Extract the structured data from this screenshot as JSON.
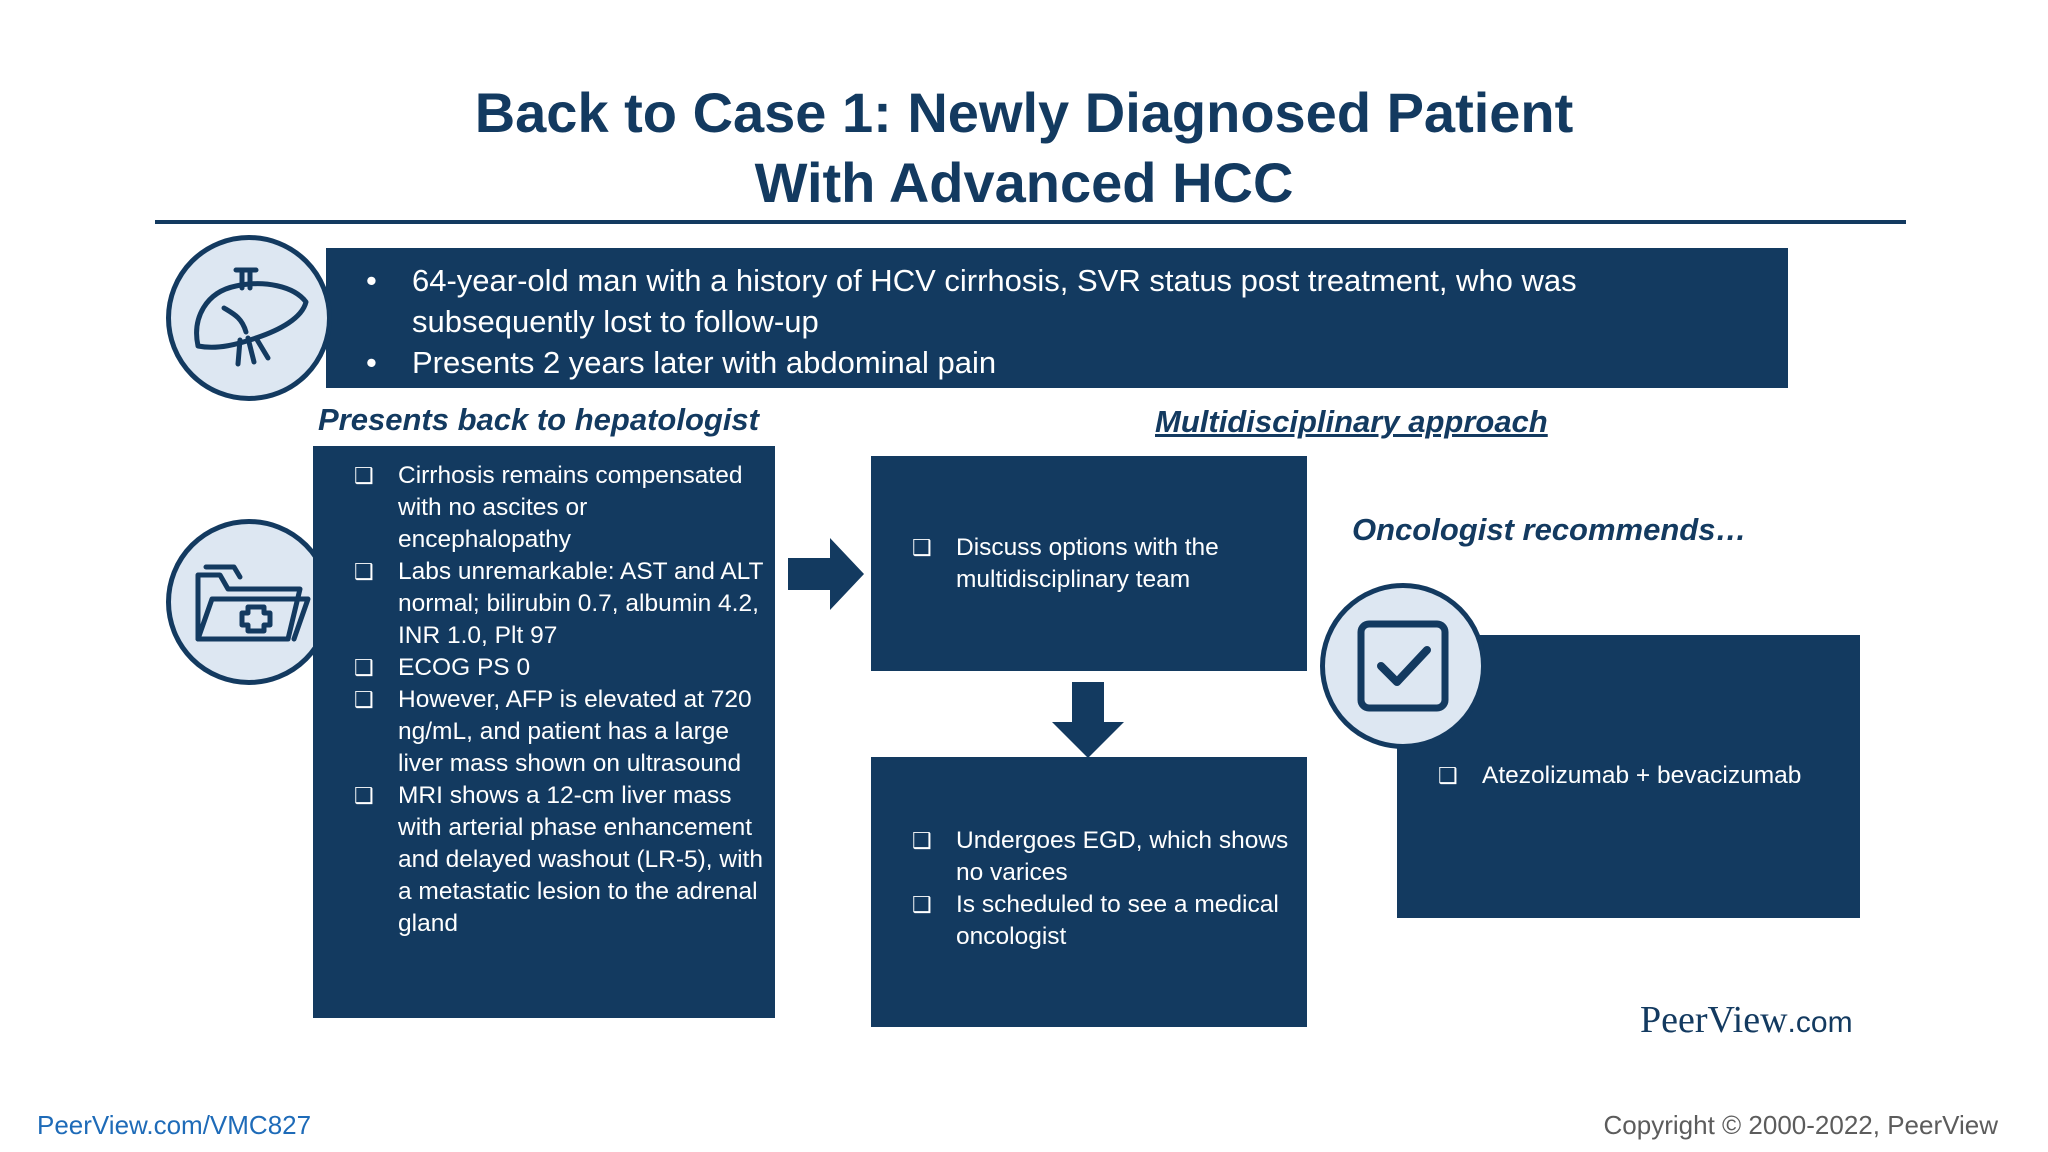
{
  "slide": {
    "title_line1": "Back to Case 1: Newly Diagnosed Patient",
    "title_line2": "With Advanced HCC"
  },
  "summary": {
    "bullet_symbol": "•",
    "items": [
      "64-year-old man with a history of HCV cirrhosis, SVR status post treatment, who was subsequently lost to follow-up",
      "Presents 2 years later with abdominal pain"
    ]
  },
  "hepatologist": {
    "heading": "Presents back to hepatologist",
    "items": [
      "Cirrhosis remains compensated with no ascites or encephalopathy",
      "Labs unremarkable: AST and ALT normal; bilirubin 0.7, albumin 4.2, INR 1.0, Plt 97",
      "ECOG PS 0",
      "However, AFP is elevated at 720 ng/mL, and patient has a large liver mass shown on ultrasound",
      "MRI shows a 12-cm liver mass with arterial phase enhancement and delayed washout (LR-5), with a metastatic lesion to the adrenal gland"
    ]
  },
  "multidisciplinary": {
    "heading": "Multidisciplinary approach",
    "step1_items": [
      "Discuss options with the multidisciplinary team"
    ],
    "step2_items": [
      "Undergoes EGD, which shows no varices",
      "Is scheduled to see a medical oncologist"
    ]
  },
  "oncologist": {
    "heading": "Oncologist recommends…",
    "items": [
      "Atezolizumab + bevacizumab"
    ]
  },
  "checkbox_symbol": "❑",
  "icons": {
    "summary": "liver-icon",
    "hepatologist": "medical-folder-icon",
    "oncologist": "checkbox-checked-icon",
    "flow_right": "arrow-right-icon",
    "flow_down": "arrow-down-icon"
  },
  "colors": {
    "navy": "#133a60",
    "icon_fill": "#dde7f2",
    "link": "#1e6bb8",
    "footer_text": "#5c5c5c"
  },
  "branding": {
    "logo_brand": "PeerView",
    "logo_tld": ".com",
    "footer_url": "PeerView.com/VMC827",
    "copyright": "Copyright © 2000-2022, PeerView"
  }
}
